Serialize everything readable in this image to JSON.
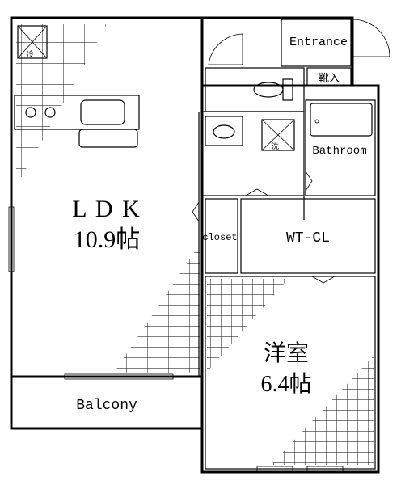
{
  "rooms": {
    "ldk": {
      "name": "L D K",
      "size": "10.9帖"
    },
    "western": {
      "name": "洋室",
      "size": "6.4帖"
    },
    "balcony": {
      "name": "Balcony"
    },
    "entrance": {
      "name": "Entrance"
    },
    "shoe_storage": {
      "name": "靴入"
    },
    "bathroom": {
      "name": "Bathroom"
    },
    "walk_in_closet": {
      "name": "WT-CL"
    },
    "closet": {
      "name": "closet"
    }
  },
  "fixtures": {
    "ac_unit_mark": "冷",
    "washer_mark": "洗"
  }
}
